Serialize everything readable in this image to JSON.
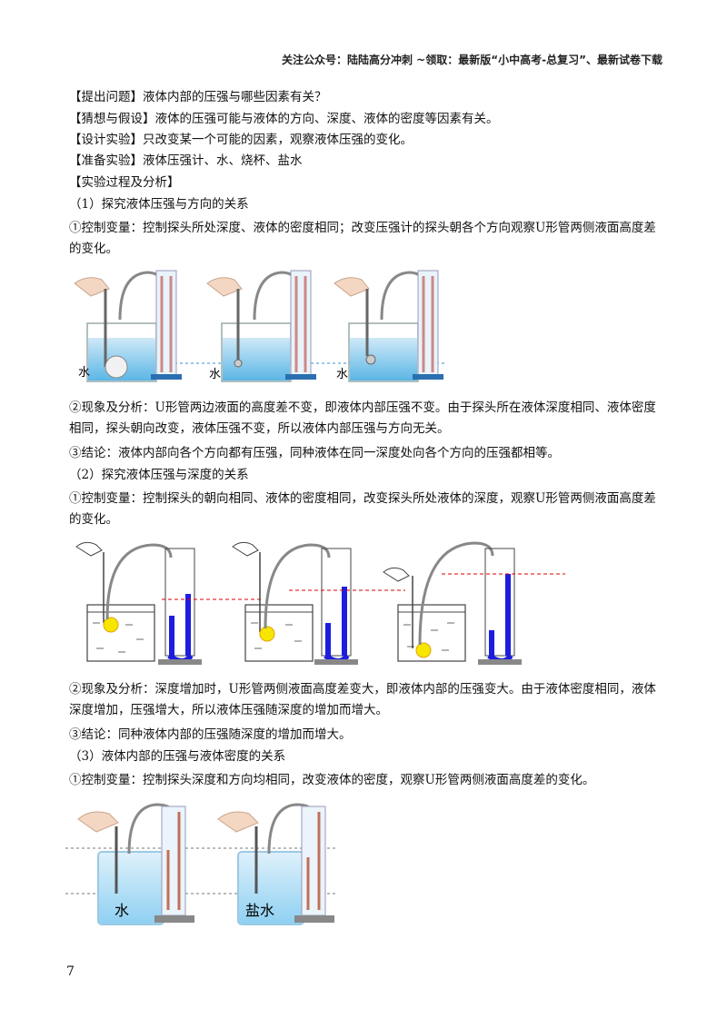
{
  "header": "关注公众号：陆陆高分冲刺 ~领取：最新版“小中高考-总复习”、最新试卷下载",
  "paragraphs": {
    "p1": "【提出问题】液体内部的压强与哪些因素有关？",
    "p2": "【猜想与假设】液体的压强可能与液体的方向、深度、液体的密度等因素有关。",
    "p3": "【设计实验】只改变某一个可能的因素，观察液体压强的变化。",
    "p4": "【准备实验】液体压强计、水、烧杯、盐水",
    "p5": "【实验过程及分析】",
    "s1": "（1）探究液体压强与方向的关系",
    "s1_control": "①控制变量：控制探头所处深度、液体的密度相同；改变压强计的探头朝各个方向观察U形管两侧液面高度差的变化。",
    "s1_phenomenon": "②现象及分析：U形管两边液面的高度差不变，即液体内部压强不变。由于探头所在液体深度相同、液体密度相同，探头朝向改变，液体压强不变，所以液体内部压强与方向无关。",
    "s1_conclusion": "③结论：液体内部向各个方向都有压强，同种液体在同一深度处向各个方向的压强都相等。",
    "s2": "（2）探究液体压强与深度的关系",
    "s2_control": "①控制变量：控制探头的朝向相同、液体的密度相同，改变探头所处液体的深度，观察U形管两侧液面高度差的变化。",
    "s2_phenomenon": "②现象及分析：深度增加时，U形管两侧液面高度差变大，即液体内部的压强变大。由于液体密度相同，液体深度增加，压强增大，所以液体压强随深度的增加而增大。",
    "s2_conclusion": "③结论：同种液体内部的压强随深度的增加而增大。",
    "s3": "（3）液体内部的压强与液体密度的关系",
    "s3_control": "①控制变量：控制探头深度和方向均相同，改变液体的密度，观察U形管两侧液面高度差的变化。"
  },
  "figures": {
    "fig1_labels": [
      "水",
      "水",
      "水"
    ],
    "fig3_labels": [
      "水",
      "盐水"
    ]
  },
  "page_number": "7"
}
